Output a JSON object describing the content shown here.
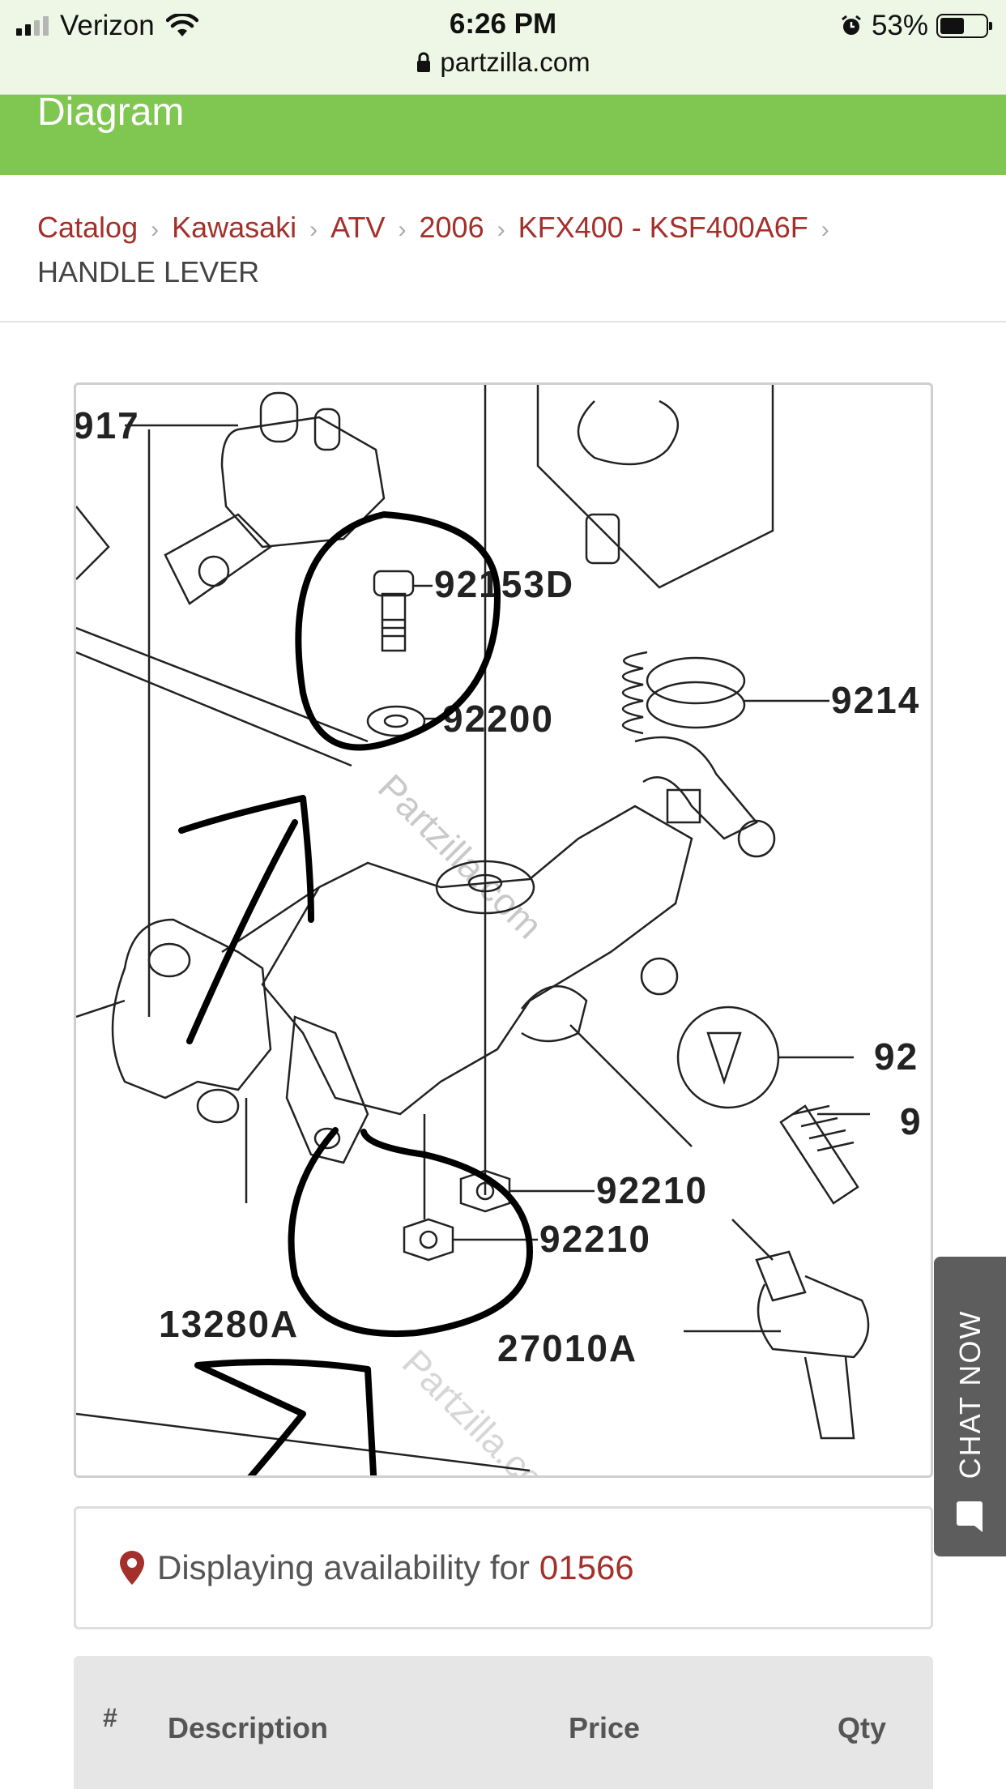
{
  "status_bar": {
    "carrier": "Verizon",
    "time": "6:26 PM",
    "battery_percent": "53%",
    "battery_level": 0.53,
    "url": "partzilla.com"
  },
  "header": {
    "title": "Diagram"
  },
  "breadcrumb": {
    "items": [
      "Catalog",
      "Kawasaki",
      "ATV",
      "2006",
      "KFX400 - KSF400A6F"
    ],
    "current": "HANDLE LEVER"
  },
  "diagram": {
    "part_labels": [
      "917",
      "92153D",
      "92200",
      "9214",
      "92",
      "9",
      "92210",
      "92210",
      "13280A",
      "27010A"
    ],
    "watermark": "Partzilla.com"
  },
  "chat": {
    "label": "CHAT NOW"
  },
  "availability": {
    "text": "Displaying availability for",
    "zip": "01566"
  },
  "table": {
    "columns": [
      "#",
      "Description",
      "Price",
      "Qty"
    ]
  },
  "colors": {
    "header_green": "#80c751",
    "link_red": "#a3302b",
    "chat_gray": "#5d5d5d"
  }
}
